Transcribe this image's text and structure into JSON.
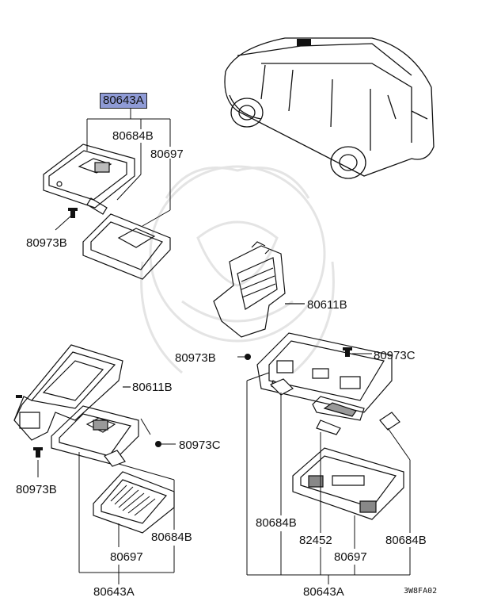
{
  "labels": {
    "top_group": "80643A",
    "top_lens_bulb": "80684B",
    "top_lens": "80697",
    "top_screw": "80973B",
    "bracket_right": "80611B",
    "screw_mid": "80973B",
    "screw_right": "80973C",
    "left_housing": "80611B",
    "left_screw_right": "80973C",
    "left_screw_bottom": "80973B",
    "left_bulb": "80684B",
    "left_lens": "80697",
    "left_group": "80643A",
    "right_bulb_left": "80684B",
    "right_switch": "82452",
    "right_lens": "80697",
    "right_bulb_right": "80684B",
    "right_group": "80643A"
  },
  "figure_code": "3W8FA02",
  "colors": {
    "highlight": "#8f9bd6",
    "ink": "#111111",
    "watermark": "#e6e6e6"
  }
}
